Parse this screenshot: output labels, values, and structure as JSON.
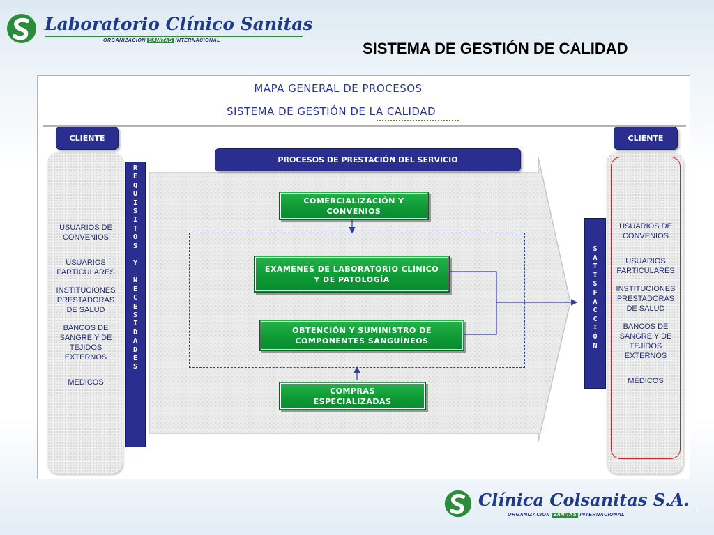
{
  "header": {
    "logo_text": "Laboratorio Clínico Sanitas",
    "org_left": "ORGANIZACION",
    "org_mid": "SANITAS",
    "org_right": "INTERNACIONAL"
  },
  "slide_title": "SISTEMA DE GESTIÓN DE CALIDAD",
  "map": {
    "title_line1": "MAPA GENERAL DE PROCESOS",
    "title_line2": "SISTEMA DE GESTIÓN DE LA CALIDAD",
    "left_header": "CLIENTE",
    "right_header": "CLIENTE",
    "customers": [
      "USUARIOS DE\nCONVENIOS",
      "USUARIOS\nPARTICULARES",
      "INSTITUCIONES\nPRESTADORAS\nDE SALUD",
      "BANCOS DE\nSANGRE Y DE\nTEJIDOS\nEXTERNOS",
      "MÉDICOS"
    ],
    "requirements_bar": "R\nE\nQ\nU\nI\nS\nI\nT\nO\nS\n\nY\n\nN\nE\nC\nE\nS\nI\nD\nA\nD\nE\nS",
    "satisfaction_bar": "S\nA\nT\nI\nS\nF\nA\nC\nC\nI\nÓ\nN",
    "service_header": "PROCESOS DE PRESTACIÓN DEL SERVICIO",
    "processes": {
      "commercial": "COMERCIALIZACIÓN Y\nCONVENIOS",
      "exams": "EXÁMENES DE LABORATORIO CLÍNICO\nY DE PATOLOGÍA",
      "blood": "OBTENCIÓN Y SUMINISTRO DE\nCOMPONENTES SANGUÍNEOS",
      "purchases": "COMPRAS\nESPECIALIZADAS"
    }
  },
  "footer": {
    "logo_text": "Clínica Colsanitas S.A.",
    "org_left": "ORGANIZACION",
    "org_mid": "SANITAS",
    "org_right": "INTERNACIONAL"
  },
  "colors": {
    "navy": "#2a2f8f",
    "green": "#0f9a36",
    "logo_green": "#2b8c3c",
    "logo_blue": "#1f3a8a",
    "highlight_red": "#d42020"
  }
}
